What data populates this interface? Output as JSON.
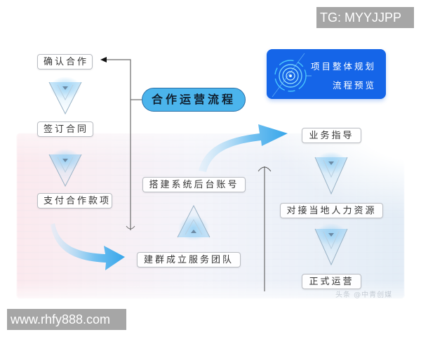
{
  "diagram": {
    "title": "合作运营流程",
    "header_card": {
      "line1": "项目整体规划",
      "line2": "流程预览",
      "icon": "radar-target-icon",
      "color": "#1565e8"
    },
    "left_column": [
      {
        "label": "确认合作"
      },
      {
        "label": "签订合同"
      },
      {
        "label": "支付合作款项"
      }
    ],
    "middle_column": [
      {
        "label": "搭建系统后台账号"
      },
      {
        "label": "建群成立服务团队"
      }
    ],
    "right_column": [
      {
        "label": "业务指导"
      },
      {
        "label": "对接当地人力资源"
      },
      {
        "label": "正式运营"
      }
    ],
    "flow": [
      "确认合作",
      "签订合同",
      "支付合作款项",
      "建群成立服务团队",
      "搭建系统后台账号",
      "业务指导",
      "对接当地人力资源",
      "正式运营"
    ],
    "colors": {
      "pill": "#4bb4ec",
      "pill_border": "#2a6ea6",
      "arrow_blue": "#3fa9ea",
      "box_border": "#b9bcc2",
      "line": "#555555"
    }
  },
  "overlays": {
    "tg_badge": "TG: MYYJJPP",
    "url_badge": "www.rhfy888.com",
    "watermark": "头条 @中青创媒"
  }
}
